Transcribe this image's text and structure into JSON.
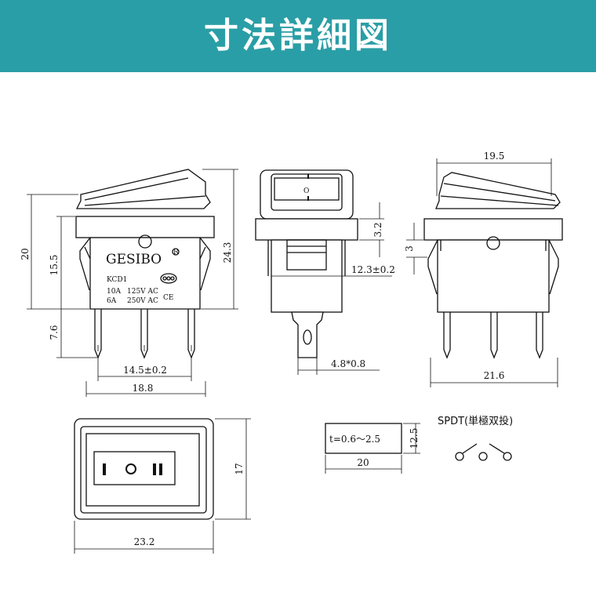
{
  "header": {
    "title": "寸法詳細図"
  },
  "colors": {
    "header_bg": "#2a9ea6",
    "header_text": "#ffffff",
    "line": "#111111"
  },
  "front_view": {
    "dim_height_total": "20",
    "dim_body_height": "15.5",
    "dim_overall_height": "24.3",
    "dim_pin_length": "7.6",
    "dim_pin_span": "14.5±0.2",
    "dim_width": "18.8",
    "brand": "GESIBO",
    "registered_mark": "R",
    "model": "KCD1",
    "rating_1a": "10A",
    "rating_1b": "125V AC",
    "rating_2a": "6A",
    "rating_2b": "250V AC",
    "ce_mark": "CE"
  },
  "side_view": {
    "dim_3_2": "3.2",
    "dim_12_3": "12.3±0.2",
    "dim_pin_width": "4.8*0.8",
    "rocker_marks": "O"
  },
  "right_view": {
    "dim_top_width": "19.5",
    "dim_3": "3",
    "dim_bottom_width": "21.6"
  },
  "top_view": {
    "dim_width": "23.2",
    "dim_height": "17"
  },
  "panel": {
    "thickness": "t=0.6～2.5",
    "dim_width": "20",
    "dim_height": "12.5"
  },
  "spdt": {
    "label": "SPDT(単極双投)"
  }
}
